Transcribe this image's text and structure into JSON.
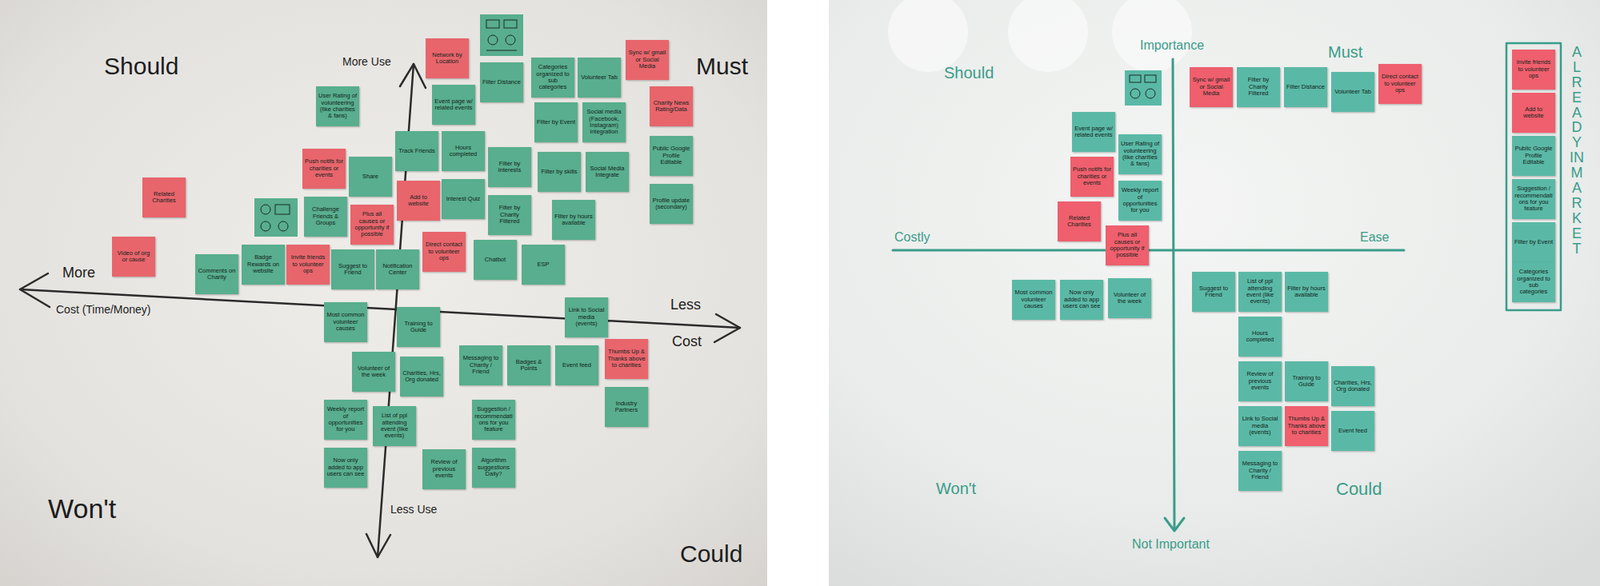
{
  "diagram": {
    "nodes": [
      {
        "text": [
          "Network by Location"
        ]
      },
      {
        "text": [
          "Event page w/ related events"
        ]
      },
      {
        "text": [
          "Filter Distance"
        ]
      },
      {
        "text": [
          "Categories organized to sub categories"
        ]
      },
      {
        "text": [
          "Volunteer Tab"
        ]
      },
      {
        "text": [
          "Sync w/ gmail or Social Media"
        ]
      },
      {
        "text": [
          "User Rating of volunteering (like charities & fans)"
        ]
      },
      {
        "text": [
          "Filter by Event"
        ]
      },
      {
        "text": [
          "Social media (Facebook, Instagram) integration"
        ]
      },
      {
        "text": [
          "Charity News Rating/Data"
        ]
      },
      {
        "text": [
          "Share"
        ]
      },
      {
        "text": [
          "Track Friends"
        ]
      },
      {
        "text": [
          "Hours completed"
        ]
      },
      {
        "text": [
          "Filter by interests"
        ]
      },
      {
        "text": [
          "Filter by skills"
        ]
      },
      {
        "text": [
          "Social Media Integrate"
        ]
      },
      {
        "text": [
          "Public Google Profile Editable"
        ]
      },
      {
        "text": [
          "Push notifs for charities or events"
        ]
      },
      {
        "text": [
          "Interest Quiz"
        ]
      },
      {
        "text": [
          "Filter by Charity Filtered"
        ]
      },
      {
        "text": [
          "Filter by hours available"
        ]
      },
      {
        "text": [
          "Profile update (secondary)"
        ]
      },
      {
        "text": [
          "Challenge Friends & Groups"
        ]
      },
      {
        "text": [
          "Plus all causes or opportunity if possible"
        ]
      },
      {
        "text": [
          "Add to website"
        ]
      },
      {
        "text": [
          "Comments on Charity"
        ]
      },
      {
        "text": [
          "Badge Rewards on website"
        ]
      },
      {
        "text": [
          "Invite friends to volunteer ops"
        ]
      },
      {
        "text": [
          "Suggest to Friend"
        ]
      },
      {
        "text": [
          "Notification Center"
        ]
      },
      {
        "text": [
          "Direct contact to volunteer ops"
        ]
      },
      {
        "text": [
          "Chatbot"
        ]
      },
      {
        "text": [
          "ESP"
        ]
      },
      {
        "text": [
          "Related Charities"
        ]
      },
      {
        "text": [
          "Video of org or cause"
        ]
      },
      {
        "text": [
          "Most common volunteer causes"
        ]
      },
      {
        "text": [
          "Training to Guide"
        ]
      },
      {
        "text": [
          "Link to Social media (events)"
        ]
      },
      {
        "text": [
          "Volunteer of the week"
        ]
      },
      {
        "text": [
          "Charities, Hrs, Org donated"
        ]
      },
      {
        "text": [
          "Messaging to Charity / Friend"
        ]
      },
      {
        "text": [
          "Badges & Points"
        ]
      },
      {
        "text": [
          "Event feed"
        ]
      },
      {
        "text": [
          "Thumbs Up & Thanks above to charities"
        ]
      },
      {
        "text": [
          "Industry Partners"
        ]
      },
      {
        "text": [
          "Weekly report of opportunities for you"
        ]
      },
      {
        "text": [
          "List of ppl attending event (like events)"
        ]
      },
      {
        "text": [
          "Review of previous events"
        ]
      },
      {
        "text": [
          "Suggestion / recommendations for you feature"
        ]
      },
      {
        "text": [
          "Now only added to app users can see"
        ]
      },
      {
        "text": [
          "Algorithm suggestions Daily?"
        ]
      },
      {
        "text": [
          "Sync w/ gmail or Social Media"
        ]
      },
      {
        "text": [
          "Filter by Charity Filtered"
        ]
      },
      {
        "text": [
          "Filter Distance"
        ]
      },
      {
        "text": [
          "Volunteer Tab"
        ]
      },
      {
        "text": [
          "Direct contact to volunteer ops"
        ]
      },
      {
        "text": [
          "Event page w/ related events"
        ]
      },
      {
        "text": [
          "User Rating of volunteering (like charities & fans)"
        ]
      },
      {
        "text": [
          "Push notifs for charities or events"
        ]
      },
      {
        "text": [
          "Weekly report of opportunities for you"
        ]
      },
      {
        "text": [
          "Related Charities"
        ]
      },
      {
        "text": [
          "Plus all causes or opportunity if possible"
        ]
      },
      {
        "text": [
          "Invite friends to volunteer ops"
        ]
      },
      {
        "text": [
          "Add to website"
        ]
      },
      {
        "text": [
          "Public Google Profile Editable"
        ]
      },
      {
        "text": [
          "Suggestion / recommendations for you feature"
        ]
      },
      {
        "text": [
          "Filter by Event"
        ]
      },
      {
        "text": [
          "Categories organized to sub categories"
        ]
      },
      {
        "text": [
          "Most common volunteer causes"
        ]
      },
      {
        "text": [
          "Now only added to app users can see"
        ]
      },
      {
        "text": [
          "Volunteer of the week"
        ]
      },
      {
        "text": [
          "Suggest to Friend"
        ]
      },
      {
        "text": [
          "List of ppl attending event (like events)"
        ]
      },
      {
        "text": [
          "Filter by hours available"
        ]
      },
      {
        "text": [
          "Hours completed"
        ]
      },
      {
        "text": [
          "Review of previous events"
        ]
      },
      {
        "text": [
          "Training to Guide"
        ]
      },
      {
        "text": [
          "Charities, Hrs, Org donated"
        ]
      },
      {
        "text": [
          "Link to Social media (events)"
        ]
      },
      {
        "text": [
          "Thumbs Up & Thanks above to charities"
        ]
      },
      {
        "text": [
          "Event feed"
        ]
      },
      {
        "text": [
          "Messaging to Charity / Friend"
        ]
      }
    ],
    "labels": [
      "Should",
      "Must",
      "Won't",
      "Could",
      "More",
      "Cost (Time/Money)",
      "Less",
      "Cost",
      "More Use",
      "Less Use",
      "Should",
      "Must",
      "Won't",
      "Could",
      "Importance",
      "Not Important",
      "Costly",
      "Ease",
      "ALREADY IN MARKET"
    ]
  }
}
